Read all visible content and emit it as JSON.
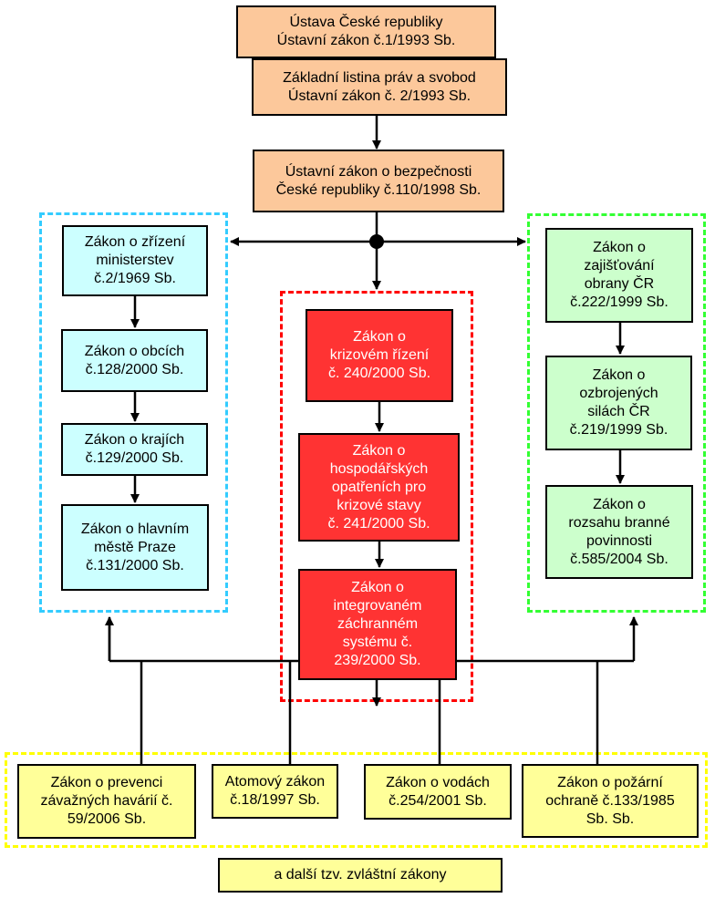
{
  "colors": {
    "top_fill": "#fcc89b",
    "left_fill": "#ccffff",
    "center_fill": "#ff3333",
    "right_fill": "#ccffcc",
    "bottom_fill": "#ffff99",
    "left_group_border": "#33ccff",
    "center_group_border": "#ff0000",
    "right_group_border": "#33ff33",
    "bottom_group_border": "#ffff00",
    "line": "#000000"
  },
  "top": {
    "constitution": "Ústava České republiky\nÚstavní zákon č.1/1993 Sb.",
    "charter": "Základní listina práv a svobod\nÚstavní zákon č. 2/1993 Sb.",
    "security_act": "Ústavní zákon o bezpečnosti\nČeské republiky č.110/1998 Sb."
  },
  "left_group": [
    "Zákon o zřízení\nministerstev\nč.2/1969 Sb.",
    "Zákon o obcích\nč.128/2000 Sb.",
    "Zákon o krajích\nč.129/2000 Sb.",
    "Zákon o hlavním\nměstě Praze\nč.131/2000 Sb."
  ],
  "center_group": [
    "Zákon o\nkrizovém řízení\nč. 240/2000 Sb.",
    "Zákon o\nhospodářských\nopatřeních pro\nkrizové stavy\nč. 241/2000 Sb.",
    "Zákon o\nintegrovaném\nzáchranném\nsystému č.\n239/2000 Sb."
  ],
  "right_group": [
    "Zákon o\nzajišťování\nobrany ČR\nč.222/1999 Sb.",
    "Zákon o\nozbrojených\nsilách ČR\nč.219/1999 Sb.",
    "Zákon o\nrozsahu branné\npovinnosti\nč.585/2004 Sb."
  ],
  "bottom_group": [
    "Zákon o prevenci\nzávažných havárií č.\n59/2006 Sb.",
    "Atomový zákon\nč.18/1997 Sb.",
    "Zákon o vodách\nč.254/2001 Sb.",
    "Zákon o požární\nochraně č.133/1985\nSb. Sb."
  ],
  "footer": "a další tzv. zvláštní zákony"
}
